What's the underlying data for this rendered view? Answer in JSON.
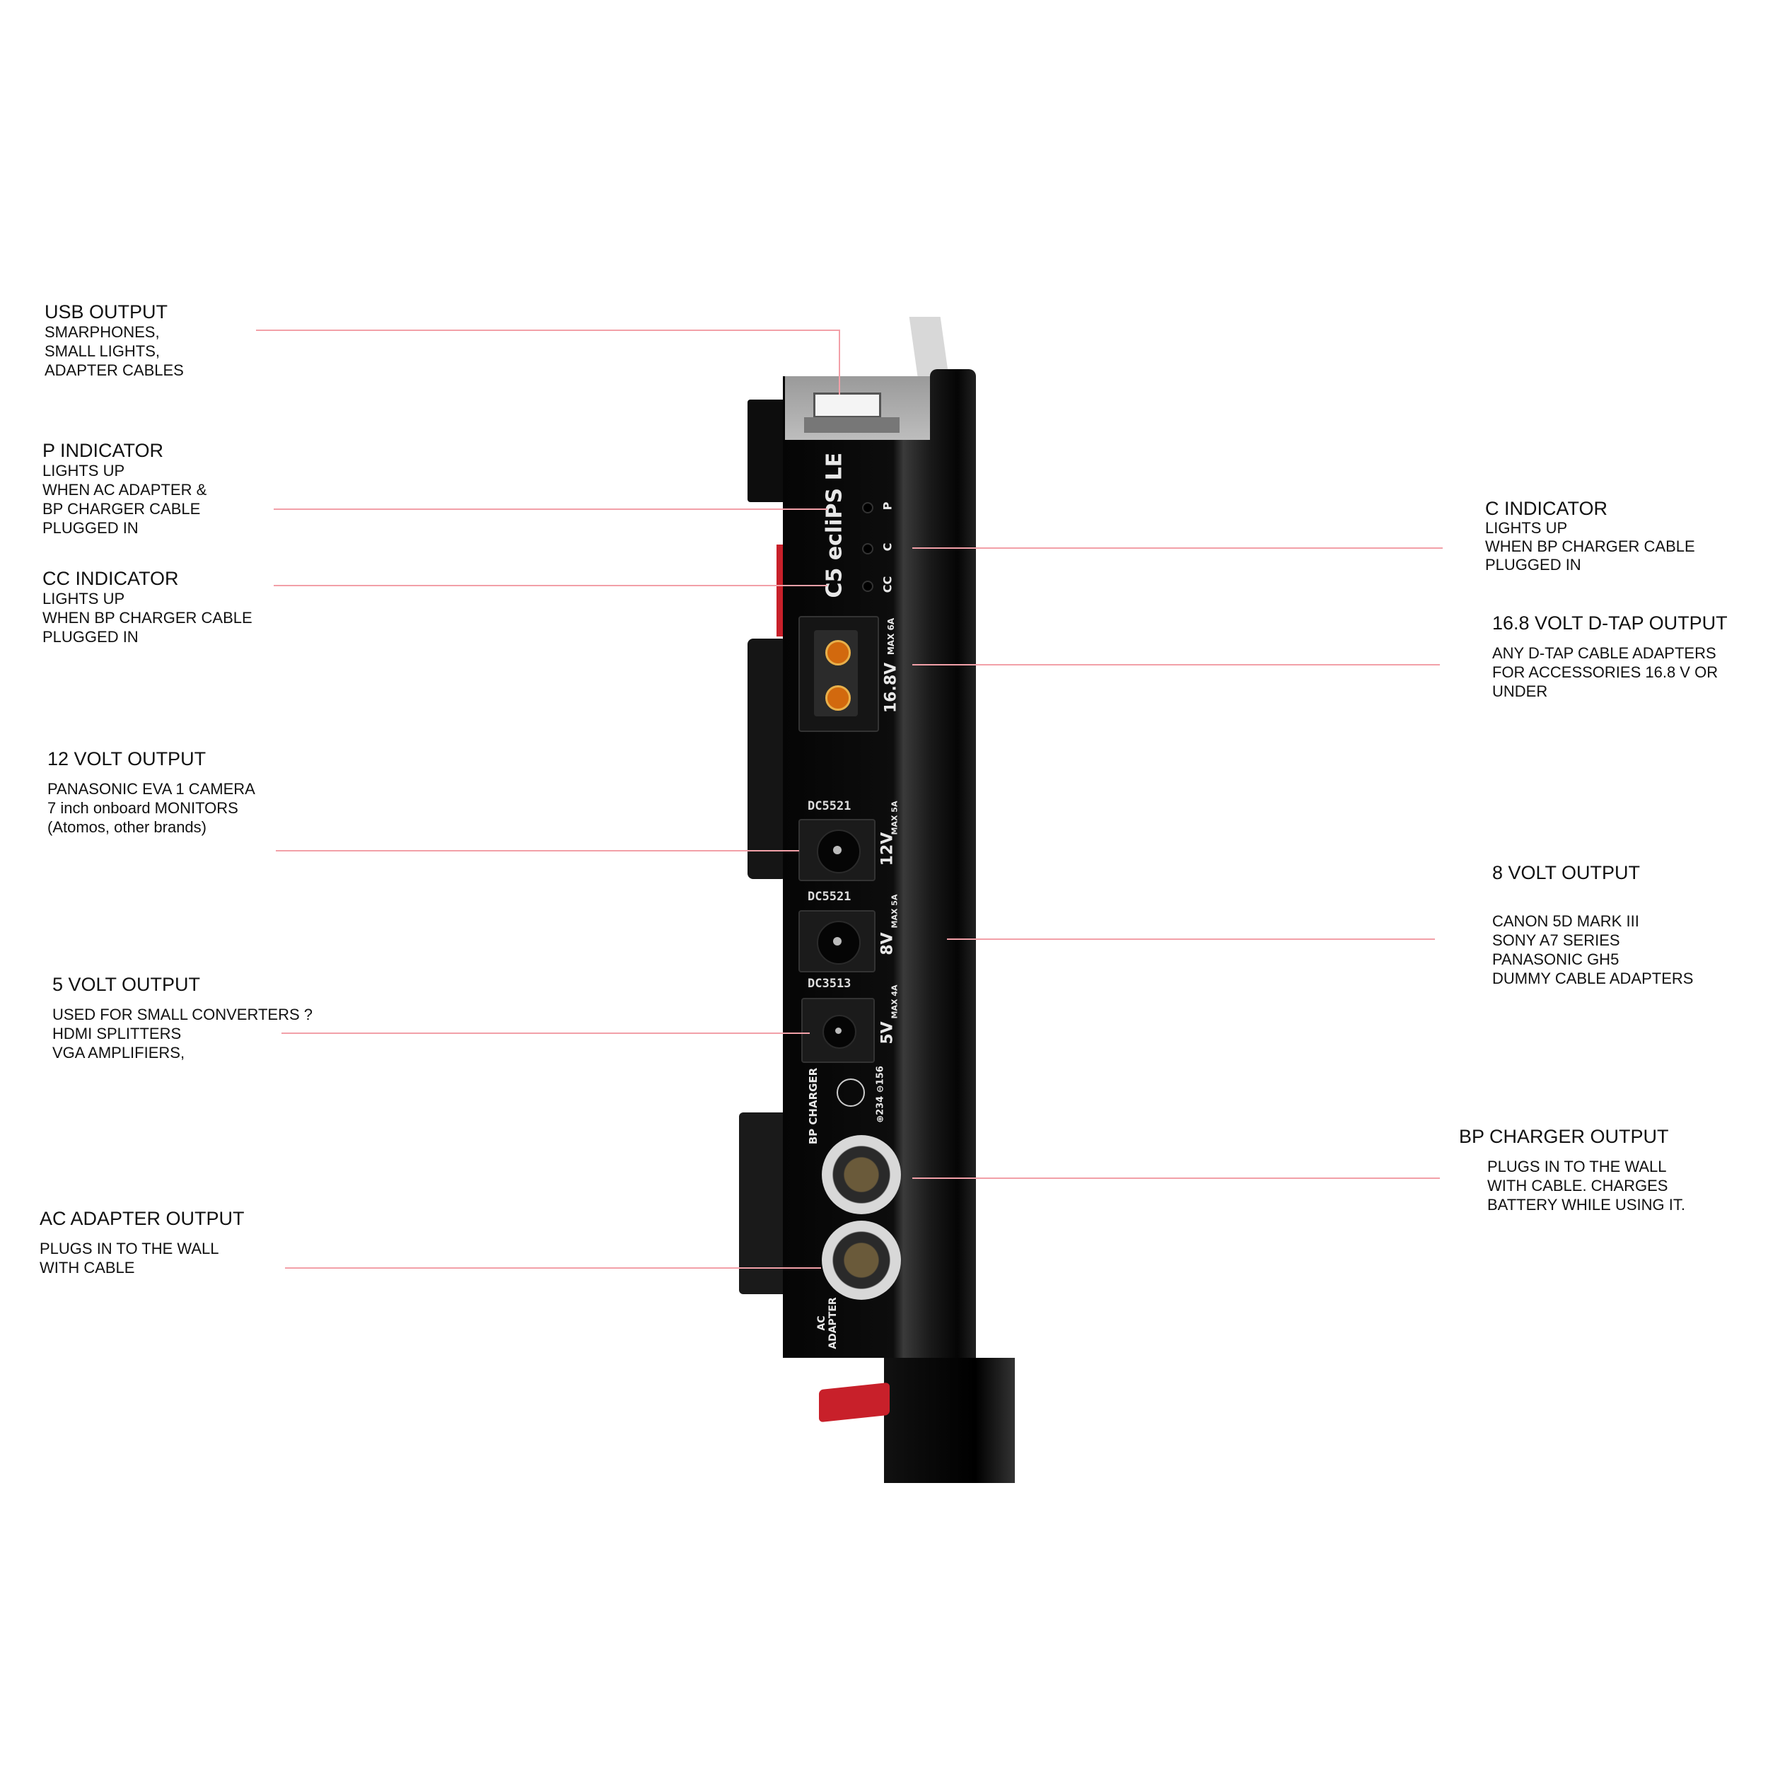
{
  "left_labels": [
    {
      "title": "USB OUTPUT",
      "lines": [
        "SMARPHONES,",
        "SMALL LIGHTS,",
        "ADAPTER CABLES"
      ]
    },
    {
      "title": "P INDICATOR",
      "lines": [
        "LIGHTS UP",
        "WHEN AC ADAPTER  &",
        "BP CHARGER CABLE",
        "PLUGGED IN"
      ]
    },
    {
      "title": "CC INDICATOR",
      "lines": [
        "LIGHTS UP",
        "WHEN BP CHARGER CABLE",
        "PLUGGED IN"
      ]
    },
    {
      "title": "12 VOLT OUTPUT",
      "lines": [
        "PANASONIC EVA 1 CAMERA",
        "7 inch onboard MONITORS",
        "(Atomos, other brands)"
      ]
    },
    {
      "title": "5 VOLT OUTPUT",
      "lines": [
        "USED FOR SMALL CONVERTERS ?",
        "HDMI SPLITTERS",
        "VGA AMPLIFIERS,"
      ]
    },
    {
      "title": "AC ADAPTER OUTPUT",
      "lines": [
        "PLUGS IN TO THE WALL",
        "WITH CABLE"
      ]
    }
  ],
  "right_labels": [
    {
      "title": "C INDICATOR",
      "lines": [
        "LIGHTS UP",
        "WHEN BP CHARGER CABLE",
        "PLUGGED IN"
      ]
    },
    {
      "title": "16.8 VOLT D-TAP OUTPUT",
      "lines": [
        "ANY D-TAP CABLE ADAPTERS",
        "FOR ACCESSORIES 16.8 V OR",
        "UNDER"
      ]
    },
    {
      "title": "8 VOLT OUTPUT",
      "lines": [
        "CANON 5D MARK III",
        "SONY A7 SERIES",
        "PANASONIC GH5",
        "DUMMY CABLE ADAPTERS"
      ]
    },
    {
      "title": "BP CHARGER OUTPUT",
      "lines": [
        "PLUGS IN TO THE WALL",
        "WITH CABLE. CHARGES",
        "BATTERY WHILE USING IT."
      ]
    }
  ],
  "device": {
    "logo": "C5 ecliPS LE",
    "indicators": [
      "P",
      "C",
      "CC"
    ],
    "dtap_label": "16.8V",
    "dtap_max": "MAX 6A",
    "ports": [
      {
        "type": "DC5521",
        "voltage": "12V",
        "max": "MAX 5A"
      },
      {
        "type": "DC5521",
        "voltage": "8V",
        "max": "MAX 5A"
      },
      {
        "type": "DC3513",
        "voltage": "5V",
        "max": "MAX 4A"
      }
    ],
    "bp_charger_label": "BP CHARGER",
    "bp_pinout": "⊕234 ⊖156",
    "ac_adapter_label": "AC ADAPTER"
  },
  "colors": {
    "leader_line": "#f2a0a8",
    "device_body": "#0d0d0d",
    "accent_red": "#c8202a"
  }
}
